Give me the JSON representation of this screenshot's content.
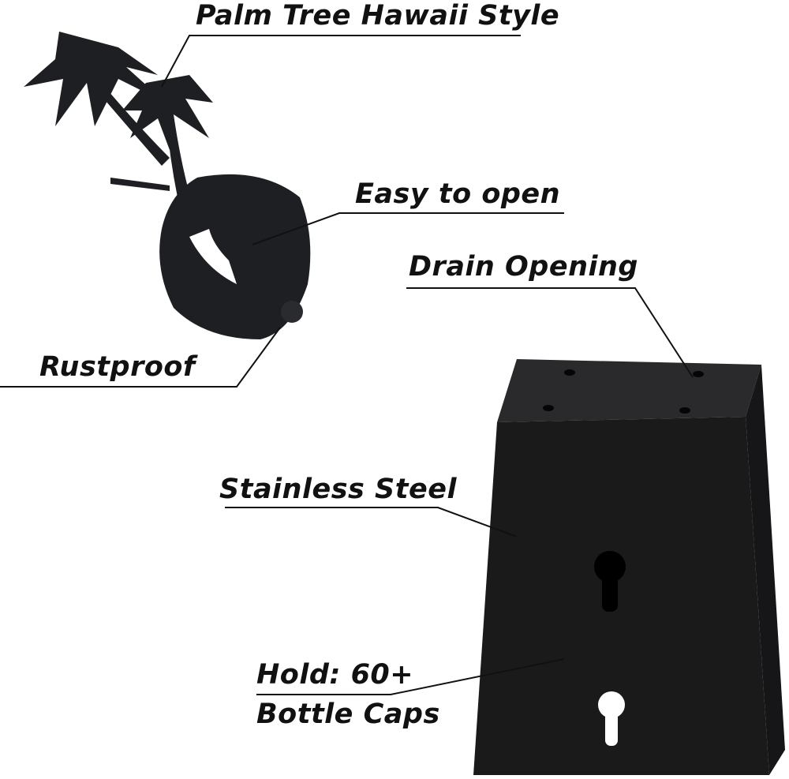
{
  "labels": {
    "palm_tree": "Palm Tree Hawaii Style",
    "easy_open": "Easy to open",
    "drain": "Drain Opening",
    "rustproof": "Rustproof",
    "stainless": "Stainless Steel",
    "hold_line1": "Hold: 60+",
    "hold_line2": "Bottle Caps"
  },
  "colors": {
    "product": "#1c1c1e",
    "text": "#111111"
  }
}
